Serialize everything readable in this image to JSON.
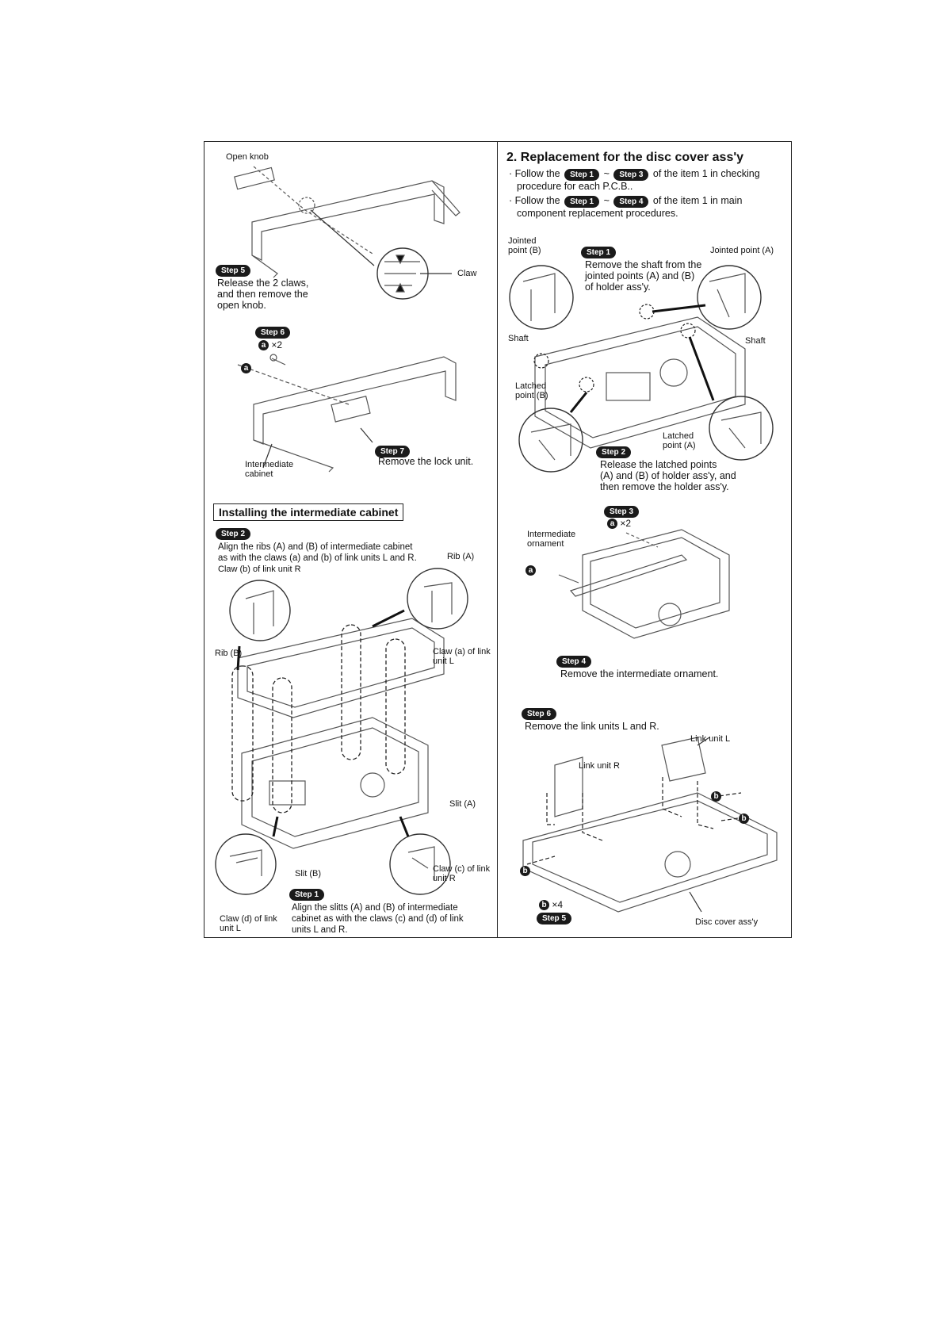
{
  "left": {
    "open_knob": "Open knob",
    "claw": "Claw",
    "step5": {
      "badge": "Step 5",
      "line1": "Release the 2 claws,",
      "line2": "and then remove the",
      "line3": "open knob."
    },
    "step6": {
      "badge": "Step 6",
      "screw_letter": "a",
      "screw_count": "×2",
      "screw_ref": "a"
    },
    "intermediate_cabinet_1": "Intermediate",
    "intermediate_cabinet_2": "cabinet",
    "step7": {
      "badge": "Step 7",
      "text": "Remove the lock unit."
    },
    "installing_title": "Installing the intermediate cabinet",
    "istep2": {
      "badge": "Step 2",
      "line1": "Align the ribs (A) and (B) of intermediate cabinet",
      "line2": "as with the claws (a) and (b) of link units L and R."
    },
    "rib_a": "Rib (A)",
    "claw_b": "Claw (b) of link unit R",
    "rib_b": "Rib (B)",
    "claw_a_1": "Claw (a) of link",
    "claw_a_2": "unit L",
    "slit_a": "Slit (A)",
    "slit_b": "Slit (B)",
    "claw_c_1": "Claw (c) of link",
    "claw_c_2": "unit R",
    "istep1": {
      "badge": "Step 1",
      "line1": "Align the slitts (A) and (B) of intermediate",
      "line2": "cabinet as with the claws (c) and (d) of link",
      "line3": "units L and R."
    },
    "claw_d_1": "Claw (d) of link",
    "claw_d_2": "unit L"
  },
  "right": {
    "heading": "2. Replacement for the disc cover ass'y",
    "bullet1": {
      "pre": "· Follow the",
      "b1": "Step 1",
      "tilde": "~",
      "b2": "Step 3",
      "post": "of the item 1 in checking",
      "line2": "procedure for each P.C.B.."
    },
    "bullet2": {
      "pre": "· Follow the",
      "b1": "Step 1",
      "tilde": "~",
      "b2": "Step 4",
      "post": "of the item 1 in main",
      "line2": "component replacement procedures."
    },
    "jointed_b_1": "Jointed",
    "jointed_b_2": "point (B)",
    "jointed_a": "Jointed point (A)",
    "step1": {
      "badge": "Step 1",
      "line1": "Remove the shaft from the",
      "line2": "jointed points (A) and (B)",
      "line3": "of holder ass'y."
    },
    "shaft_l": "Shaft",
    "shaft_r": "Shaft",
    "latched_b_1": "Latched",
    "latched_b_2": "point (B)",
    "latched_a_1": "Latched",
    "latched_a_2": "point (A)",
    "step2": {
      "badge": "Step 2",
      "line1": "Release the latched points",
      "line2": "(A) and (B) of holder ass'y, and",
      "line3": "then remove the holder ass'y."
    },
    "step3": {
      "badge": "Step 3",
      "screw_letter": "a",
      "screw_count": "×2",
      "screw_ref": "a"
    },
    "ornament_1": "Intermediate",
    "ornament_2": "ornament",
    "step4": {
      "badge": "Step 4",
      "text": "Remove the intermediate ornament."
    },
    "step6": {
      "badge": "Step 6",
      "text": "Remove the link units L and R."
    },
    "link_l": "Link unit L",
    "link_r": "Link unit R",
    "screw_b": "b",
    "screw_b_count": "×4",
    "step5": {
      "badge": "Step 5"
    },
    "disc_cover": "Disc cover ass'y"
  }
}
